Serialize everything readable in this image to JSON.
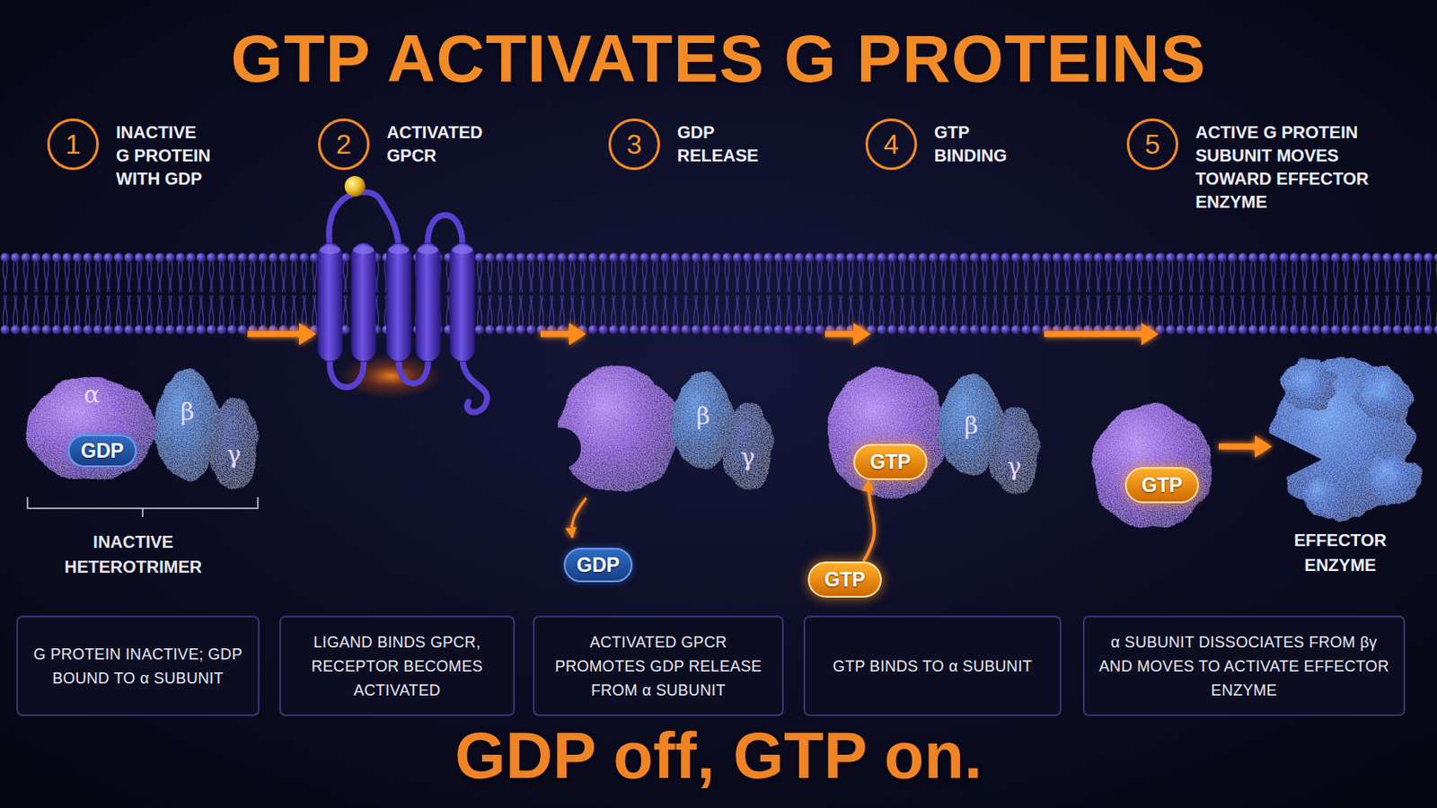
{
  "diagram": {
    "title": "GTP ACTIVATES G PROTEINS",
    "caption": "GDP off, GTP on.",
    "nodes": [
      {
        "text": [
          "1",
          "INACTIVE G PROTEIN WITH GDP"
        ]
      },
      {
        "text": [
          "2",
          "ACTIVATED GPCR"
        ]
      },
      {
        "text": [
          "3",
          "GDP RELEASE"
        ]
      },
      {
        "text": [
          "4",
          "GTP BINDING"
        ]
      },
      {
        "text": [
          "5",
          "ACTIVE G PROTEIN SUBUNIT MOVES TOWARD EFFECTOR ENZYME"
        ]
      },
      {
        "text": [
          "α"
        ]
      },
      {
        "text": [
          "GDP"
        ],
        "in": 5
      },
      {
        "text": [
          "β"
        ]
      },
      {
        "text": [
          "γ"
        ]
      },
      {
        "text": [
          "β"
        ]
      },
      {
        "text": [
          "γ"
        ]
      },
      {
        "text": [
          "GDP"
        ]
      },
      {
        "text": [
          "GTP"
        ]
      },
      {
        "text": [
          "β"
        ]
      },
      {
        "text": [
          "γ"
        ]
      },
      {
        "text": [
          "GTP"
        ]
      },
      {
        "text": [
          "GTP"
        ]
      },
      {
        "text": [
          "EFFECTOR ENZYME"
        ]
      },
      {
        "text": [
          "G PROTEIN INACTIVE; GDP BOUND TO α SUBUNIT"
        ]
      },
      {
        "text": [
          "LIGAND BINDS GPCR, RECEPTOR BECOMES ACTIVATED"
        ]
      },
      {
        "text": [
          "ACTIVATED GPCR PROMOTES GDP RELEASE FROM α SUBUNIT"
        ]
      },
      {
        "text": [
          "GTP BINDS TO α SUBUNIT"
        ]
      },
      {
        "text": [
          "α SUBUNIT DISSOCIATES FROM βγ AND MOVES TO ACTIVATE EFFECTOR ENZYME"
        ]
      }
    ],
    "edges": [
      {
        "from": 15,
        "to": 12,
        "arrow": "to"
      }
    ],
    "labels": [
      "INACTIVE HETEROTRIMER"
    ]
  }
}
